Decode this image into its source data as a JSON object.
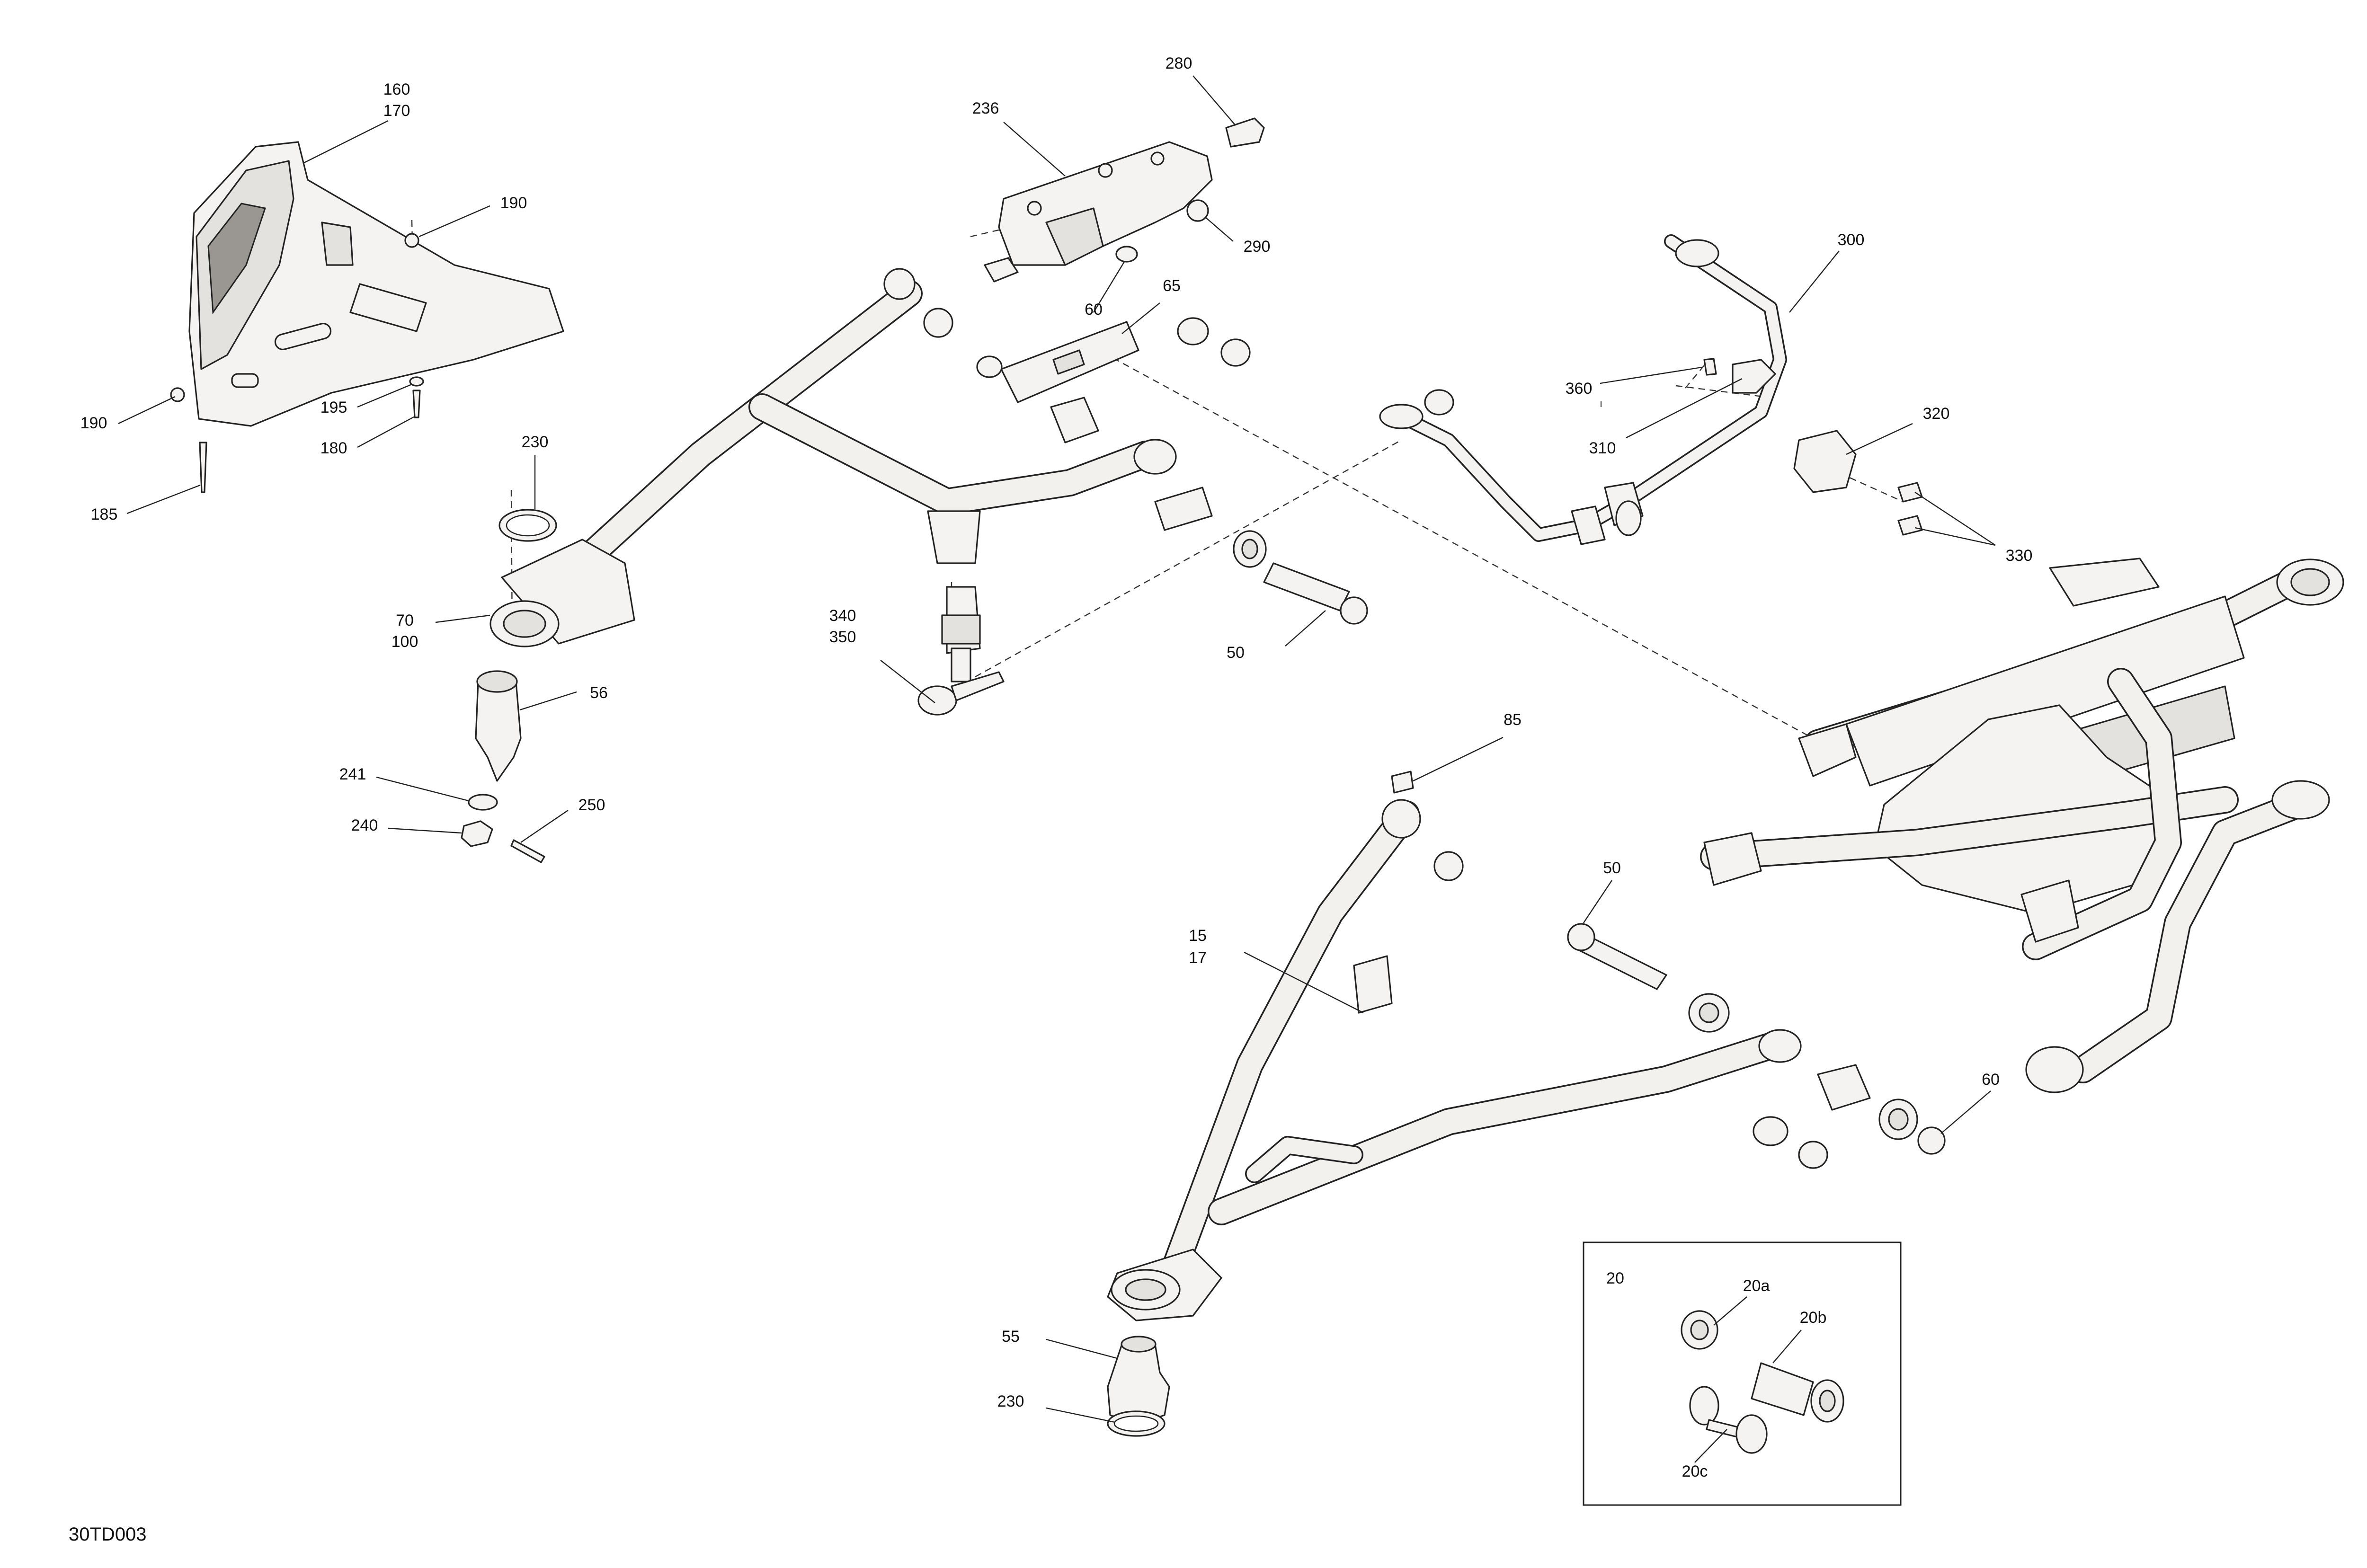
{
  "drawing_code": "30TD003",
  "labels": {
    "l160": "160",
    "l170": "170",
    "l190a": "190",
    "l190b": "190",
    "l195": "195",
    "l180": "180",
    "l185": "185",
    "l230a": "230",
    "l70": "70",
    "l100": "100",
    "l56": "56",
    "l241": "241",
    "l240": "240",
    "l250": "250",
    "l236": "236",
    "l280": "280",
    "l290": "290",
    "l60a": "60",
    "l65": "65",
    "l340": "340",
    "l350": "350",
    "l50a": "50",
    "l300": "300",
    "l360": "360",
    "l310": "310",
    "l320": "320",
    "l330": "330",
    "l85": "85",
    "l15": "15",
    "l17": "17",
    "l50b": "50",
    "l60b": "60",
    "l55": "55",
    "l230b": "230"
  },
  "inset": {
    "title": "20",
    "l20a": "20a",
    "l20b": "20b",
    "l20c": "20c"
  }
}
